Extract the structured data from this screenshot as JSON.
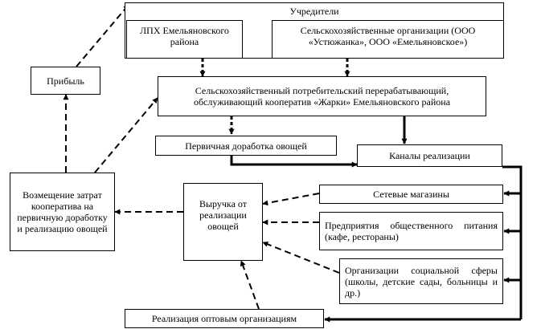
{
  "diagram": {
    "founders": "Учредители",
    "lph": "ЛПХ Емельяновского района",
    "agro_orgs": "Сельскохозяйственные организации (ООО «Устюжанка», ООО «Емельяновское»)",
    "cooperative": "Сельскохозяйственный потребительский перерабатывающий, обслуживающий кооператив «Жарки» Емельяновского района",
    "profit": "Прибыль",
    "primary_processing": "Первичная доработка овощей",
    "sales_channels": "Каналы реализации",
    "chain_stores": "Сетевые магазины",
    "catering": "Предприятия общественного питания (кафе, рестораны)",
    "social": "Организации социальной сферы (школы, детские сады, больницы и др.)",
    "revenue": "Выручка от реализации овощей",
    "reimbursement": "Возмещение затрат кооператива на первичную доработку и реализацию овощей",
    "wholesale": "Реализация оптовым организациям"
  }
}
